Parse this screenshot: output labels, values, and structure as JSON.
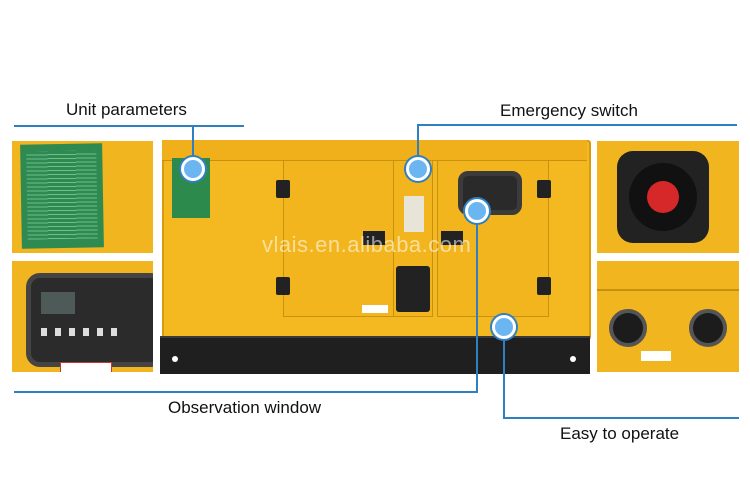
{
  "callouts": {
    "unit_parameters": "Unit parameters",
    "emergency_switch": "Emergency switch",
    "observation_window": "Observation window",
    "easy_to_operate": "Easy to operate"
  },
  "watermark": "vlais.en.alibaba.com",
  "colors": {
    "accent_line": "#2f7fc1",
    "marker": "#6bb6f0",
    "generator_yellow": "#f4b920",
    "base_black": "#1f1f1f"
  }
}
